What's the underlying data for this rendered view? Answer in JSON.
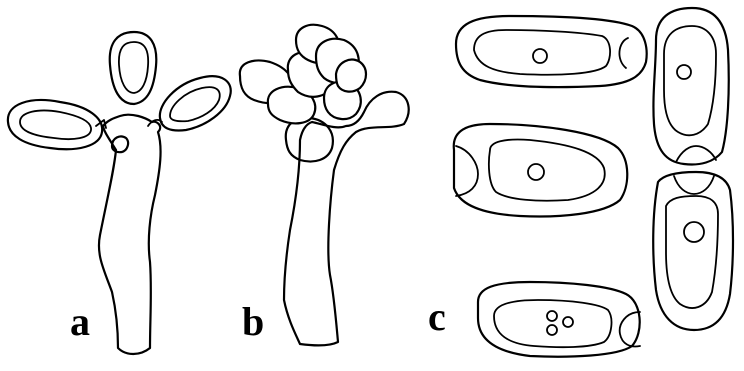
{
  "figure": {
    "panels": [
      {
        "label": "a"
      },
      {
        "label": "b"
      },
      {
        "label": "c"
      }
    ]
  },
  "colors": {
    "ink": "#000000",
    "background": "#ffffff"
  }
}
